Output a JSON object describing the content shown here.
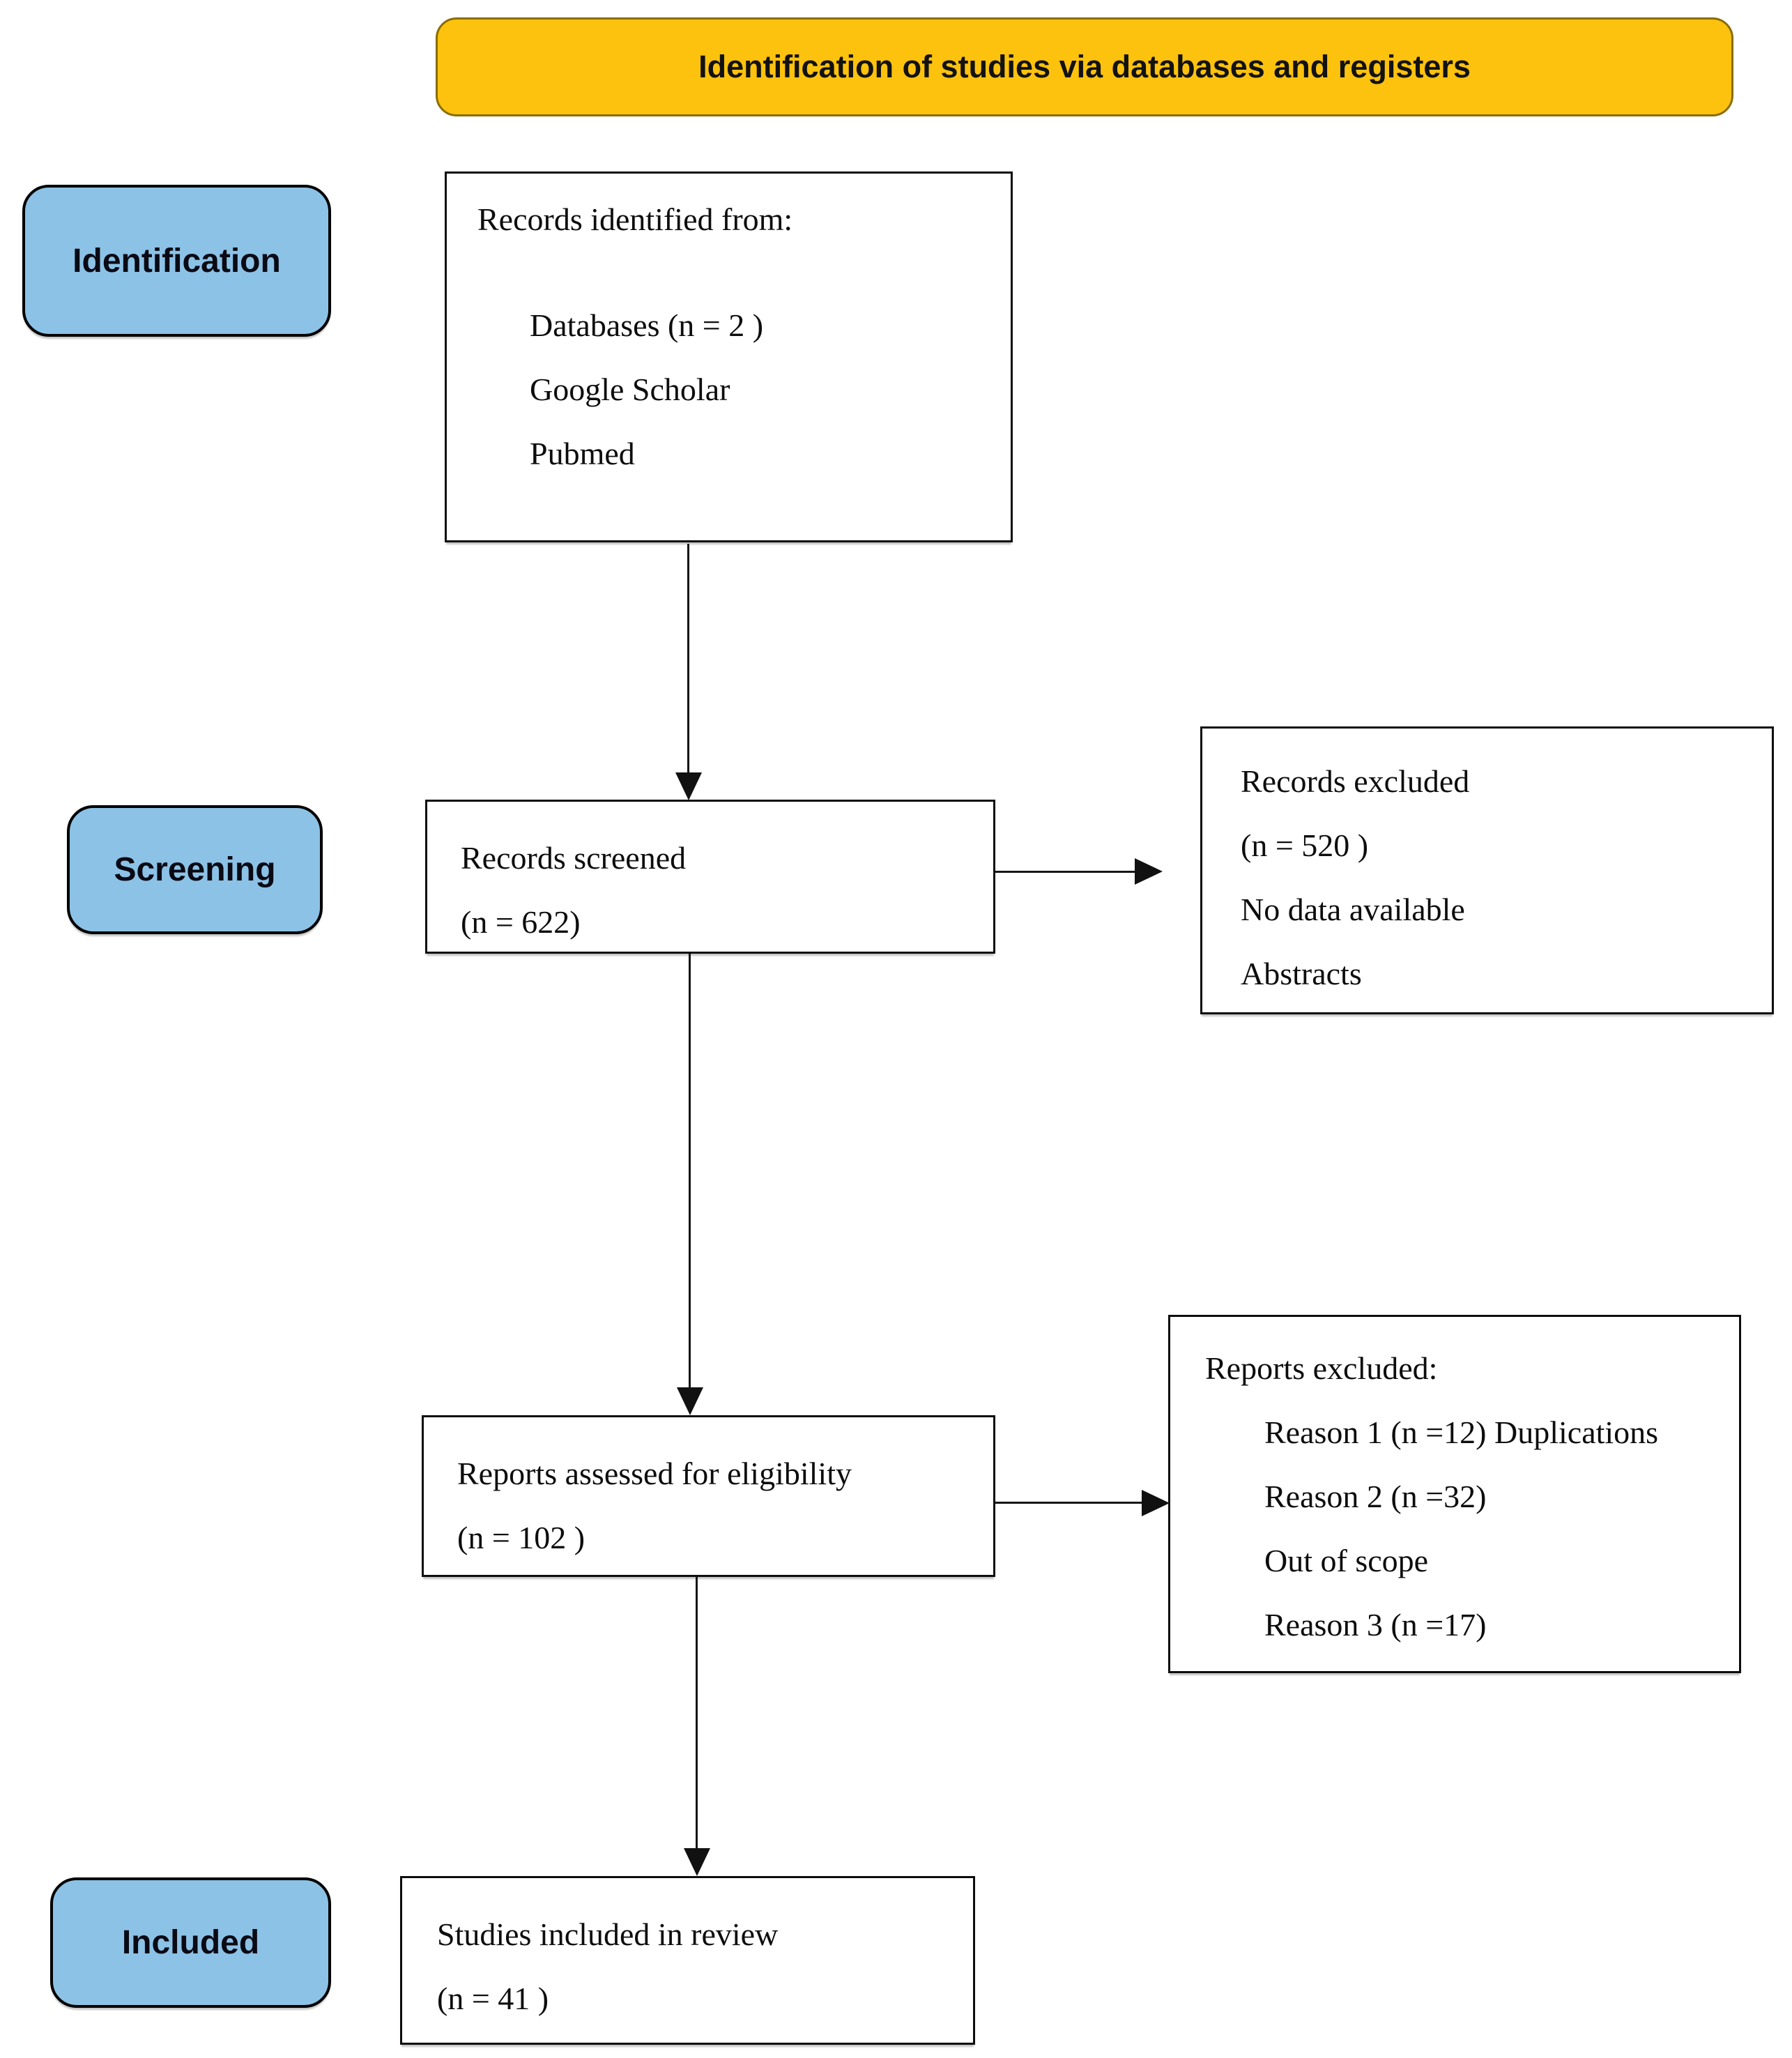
{
  "banner": {
    "label": "Identification of studies via databases and registers"
  },
  "stages": [
    {
      "id": "identification",
      "label": "Identification"
    },
    {
      "id": "screening",
      "label": "Screening"
    },
    {
      "id": "included",
      "label": "Included"
    }
  ],
  "boxes": {
    "records_identified": {
      "heading": "Records identified from:",
      "items": [
        "Databases (n = 2 )",
        "Google Scholar",
        "Pubmed"
      ]
    },
    "records_screened": {
      "lines": [
        "Records screened",
        "(n = 622)"
      ]
    },
    "records_excluded": {
      "lines": [
        "Records excluded",
        "(n = 520 )",
        "No data available",
        "Abstracts"
      ]
    },
    "reports_assessed": {
      "lines": [
        "Reports assessed for eligibility",
        "(n = 102 )"
      ]
    },
    "reports_excluded": {
      "heading": "Reports excluded:",
      "items": [
        "Reason 1 (n =12) Duplications",
        "Reason 2 (n =32)",
        "Out of scope",
        "Reason 3 (n =17)"
      ]
    },
    "studies_included": {
      "lines": [
        "Studies included in review",
        "(n = 41 )"
      ]
    }
  },
  "colors": {
    "banner_bg": "#FDC20E",
    "banner_border": "#8A6D00",
    "stage_bg": "#8CC2E6",
    "box_border": "#0D0D0D",
    "text": "#0D0D0D"
  }
}
